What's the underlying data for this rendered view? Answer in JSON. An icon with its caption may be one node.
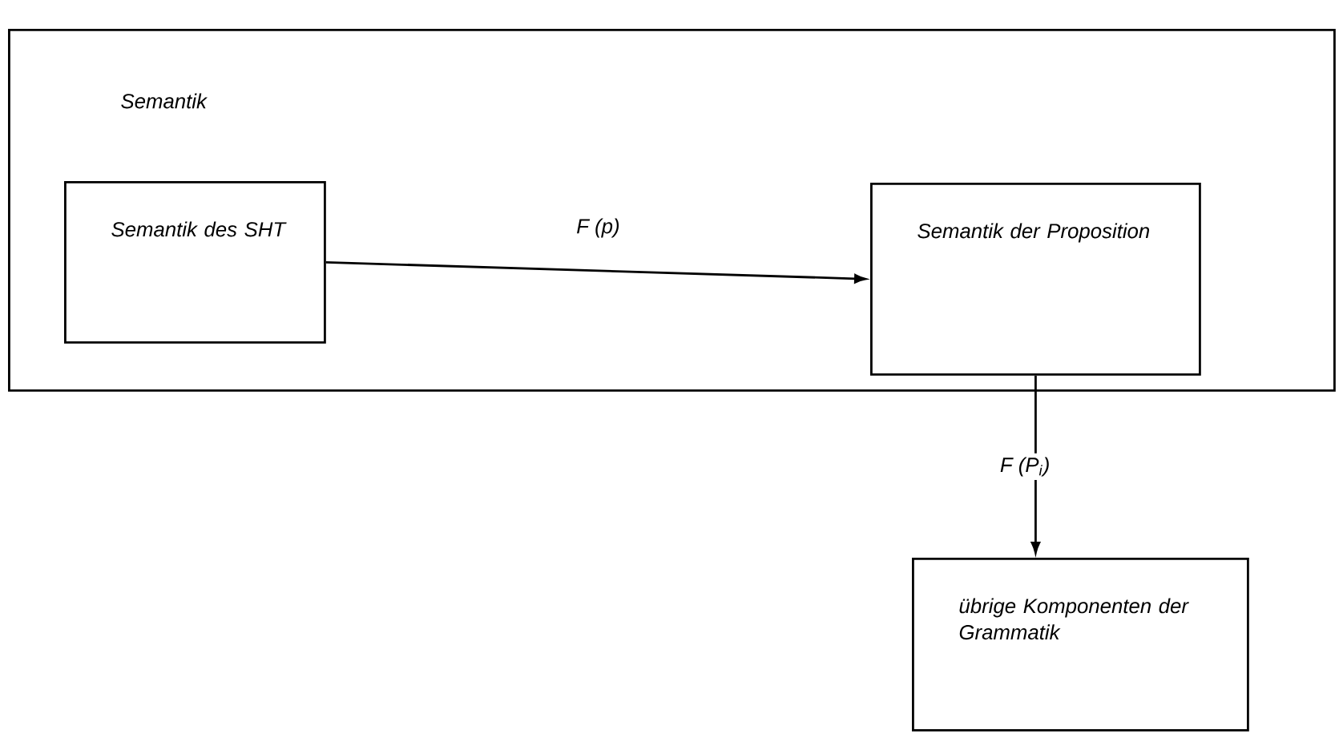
{
  "diagram": {
    "nodes": [
      {
        "text": [
          "Semantik"
        ]
      },
      {
        "text": [
          "Semantik des SHT"
        ],
        "in": 0
      },
      {
        "text": [
          "Semantik der Proposition"
        ],
        "in": 0
      },
      {
        "text": [
          "übrige Komponenten der Grammatik"
        ]
      }
    ],
    "edges": [
      {
        "from": 1,
        "to": 2,
        "arrow": "to",
        "label": "F (p)"
      },
      {
        "from": 2,
        "to": 3,
        "arrow": "to",
        "label": "F (P$_{i}$)"
      }
    ]
  }
}
